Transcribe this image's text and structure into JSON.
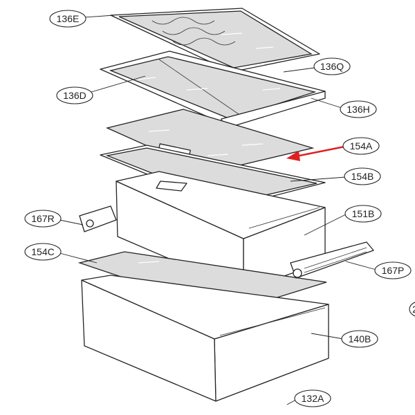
{
  "labels": {
    "p136E": "136E",
    "p136Q": "136Q",
    "p136D": "136D",
    "p136H": "136H",
    "p154A": "154A",
    "p154B": "154B",
    "p151B": "151B",
    "p167R": "167R",
    "p154C": "154C",
    "p167P": "167P",
    "p140B": "140B",
    "p132A": "132A",
    "partial": "2"
  },
  "colors": {
    "highlight_arrow": "#e02020",
    "glass": "#dcdcdc",
    "line": "#222222"
  }
}
